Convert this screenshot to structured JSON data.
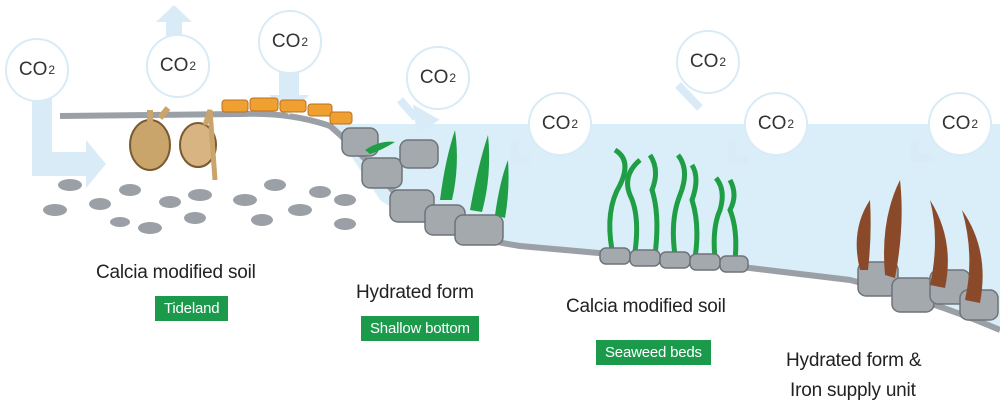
{
  "co2_label": {
    "main": "CO",
    "sub": "2"
  },
  "colors": {
    "water": "#d9eef8",
    "arrow": "#d8ebf6",
    "rock": "#9aa0a6",
    "seabed": "#9aa0a6",
    "tag": "#1c9a4c",
    "seagrass": "#1f9e46",
    "kelp": "#8a4a2a"
  },
  "zones": [
    {
      "title": "Calcia modified soil",
      "tag": "Tideland"
    },
    {
      "title": "Hydrated form",
      "tag": "Shallow bottom"
    },
    {
      "title": "Calcia modified soil",
      "tag": "Seaweed beds"
    },
    {
      "title_line1": "Hydrated form &",
      "title_line2": "Iron supply unit"
    }
  ],
  "icons": [
    "co2-badge",
    "arrow-icon",
    "shell-icon",
    "seaweed-icon",
    "kelp-icon",
    "rock-icon"
  ]
}
